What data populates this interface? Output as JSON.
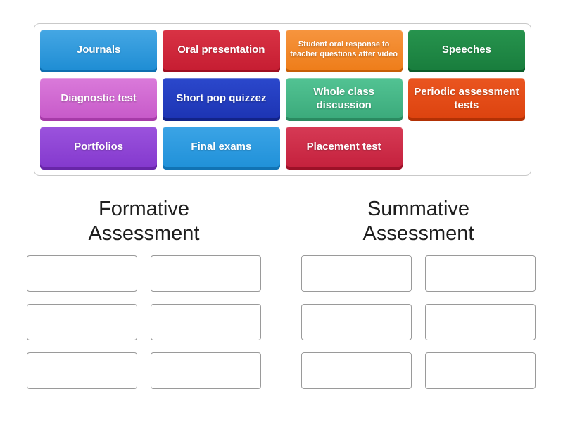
{
  "activity": {
    "type": "group-sort",
    "background": "#ffffff",
    "tray_border_color": "#c9c9c9",
    "slot_border_color": "#9a9a9a",
    "title_text_color": "#1e1e1e",
    "tile_text_color": "#ffffff"
  },
  "tray": {
    "tiles": [
      {
        "label": "Journals",
        "colors": {
          "top": "#45a7e4",
          "bottom": "#1d8cd3",
          "edge": "#0e6fb0"
        }
      },
      {
        "label": "Oral presentation",
        "colors": {
          "top": "#d93345",
          "bottom": "#c51c31",
          "edge": "#9e0f22"
        }
      },
      {
        "label": "Student oral response to teacher questions after video",
        "colors": {
          "top": "#f6953f",
          "bottom": "#ee7c18",
          "edge": "#c75f08"
        }
      },
      {
        "label": "Speeches",
        "colors": {
          "top": "#27944e",
          "bottom": "#187c3c",
          "edge": "#0c5c2a"
        }
      },
      {
        "label": "Diagnostic test",
        "colors": {
          "top": "#da7ada",
          "bottom": "#c658c8",
          "edge": "#a63ba8"
        }
      },
      {
        "label": "Short pop quizzez",
        "colors": {
          "top": "#2b48cc",
          "bottom": "#1c33b2",
          "edge": "#122388"
        }
      },
      {
        "label": "Whole class discussion",
        "colors": {
          "top": "#52c393",
          "bottom": "#3aa97a",
          "edge": "#2a8a60"
        }
      },
      {
        "label": "Periodic assessment tests",
        "colors": {
          "top": "#ea5520",
          "bottom": "#dc420e",
          "edge": "#b23105"
        }
      },
      {
        "label": "Portfolios",
        "colors": {
          "top": "#9b53dd",
          "bottom": "#8338cd",
          "edge": "#6826a8"
        }
      },
      {
        "label": "Final exams",
        "colors": {
          "top": "#3ba4e6",
          "bottom": "#1f90d8",
          "edge": "#1173b4"
        }
      },
      {
        "label": "Placement test",
        "colors": {
          "top": "#d63a55",
          "bottom": "#c4203c",
          "edge": "#9c1128"
        }
      }
    ]
  },
  "groups": [
    {
      "title": "Formative Assessment",
      "empty_slots": 6
    },
    {
      "title": "Summative Assessment",
      "empty_slots": 6
    }
  ]
}
